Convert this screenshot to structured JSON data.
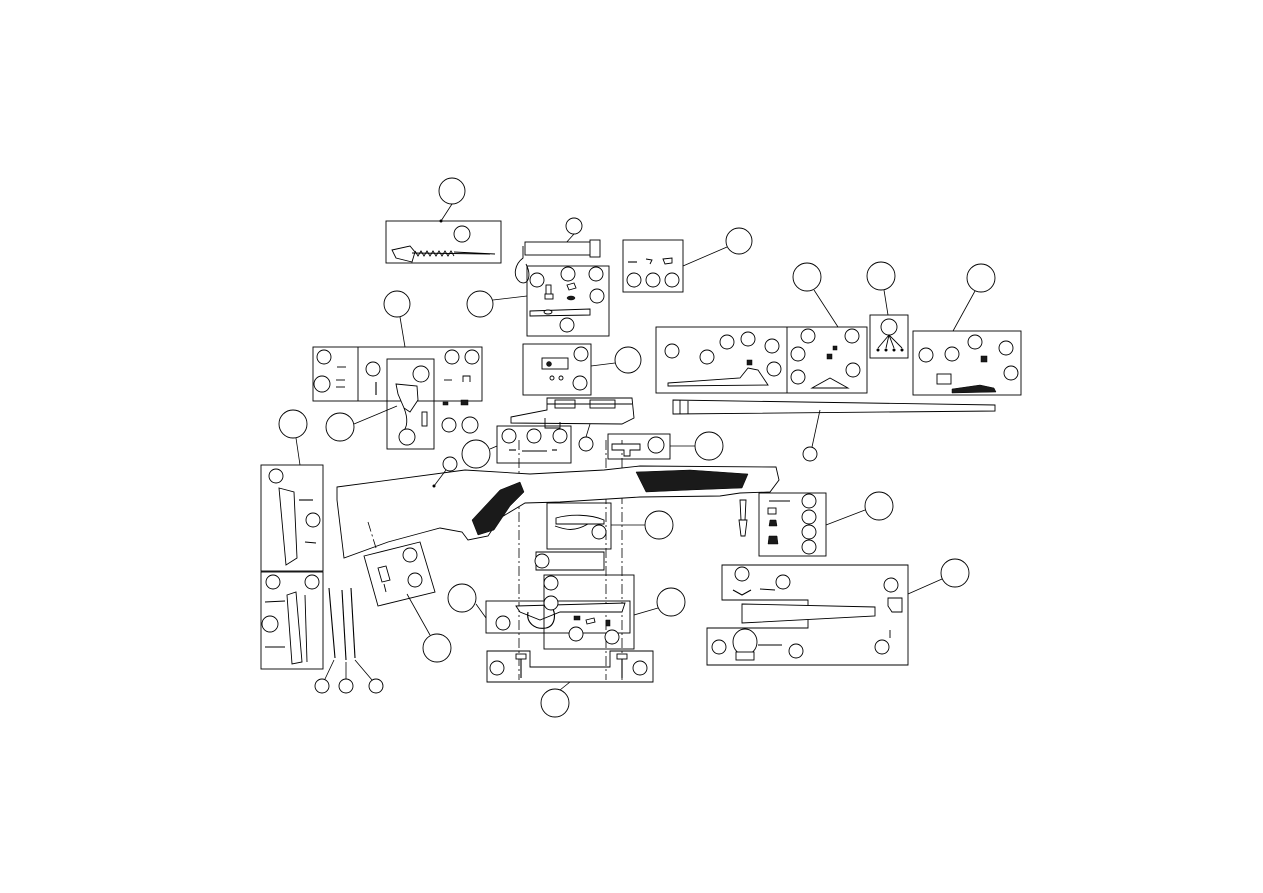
{
  "diagram": {
    "kind": "exploded-parts-view",
    "subject": "rifle assembly",
    "line_color": "#000000",
    "background": "#ffffff",
    "callout_labels_printed": false,
    "groups": [
      "firing-pin-assembly",
      "bolt-assembly",
      "bolt-small-parts",
      "extractor-kit",
      "trigger-assembly",
      "receiver",
      "scope-base",
      "safety-parts",
      "barrel",
      "rear-sight",
      "front-sight",
      "sight-screws",
      "front-sight-parts",
      "stock",
      "buttplate",
      "grip-cap",
      "magazine",
      "trigger-guard",
      "floorplate",
      "guard-screws",
      "sling-swivels",
      "forend-tip"
    ]
  }
}
